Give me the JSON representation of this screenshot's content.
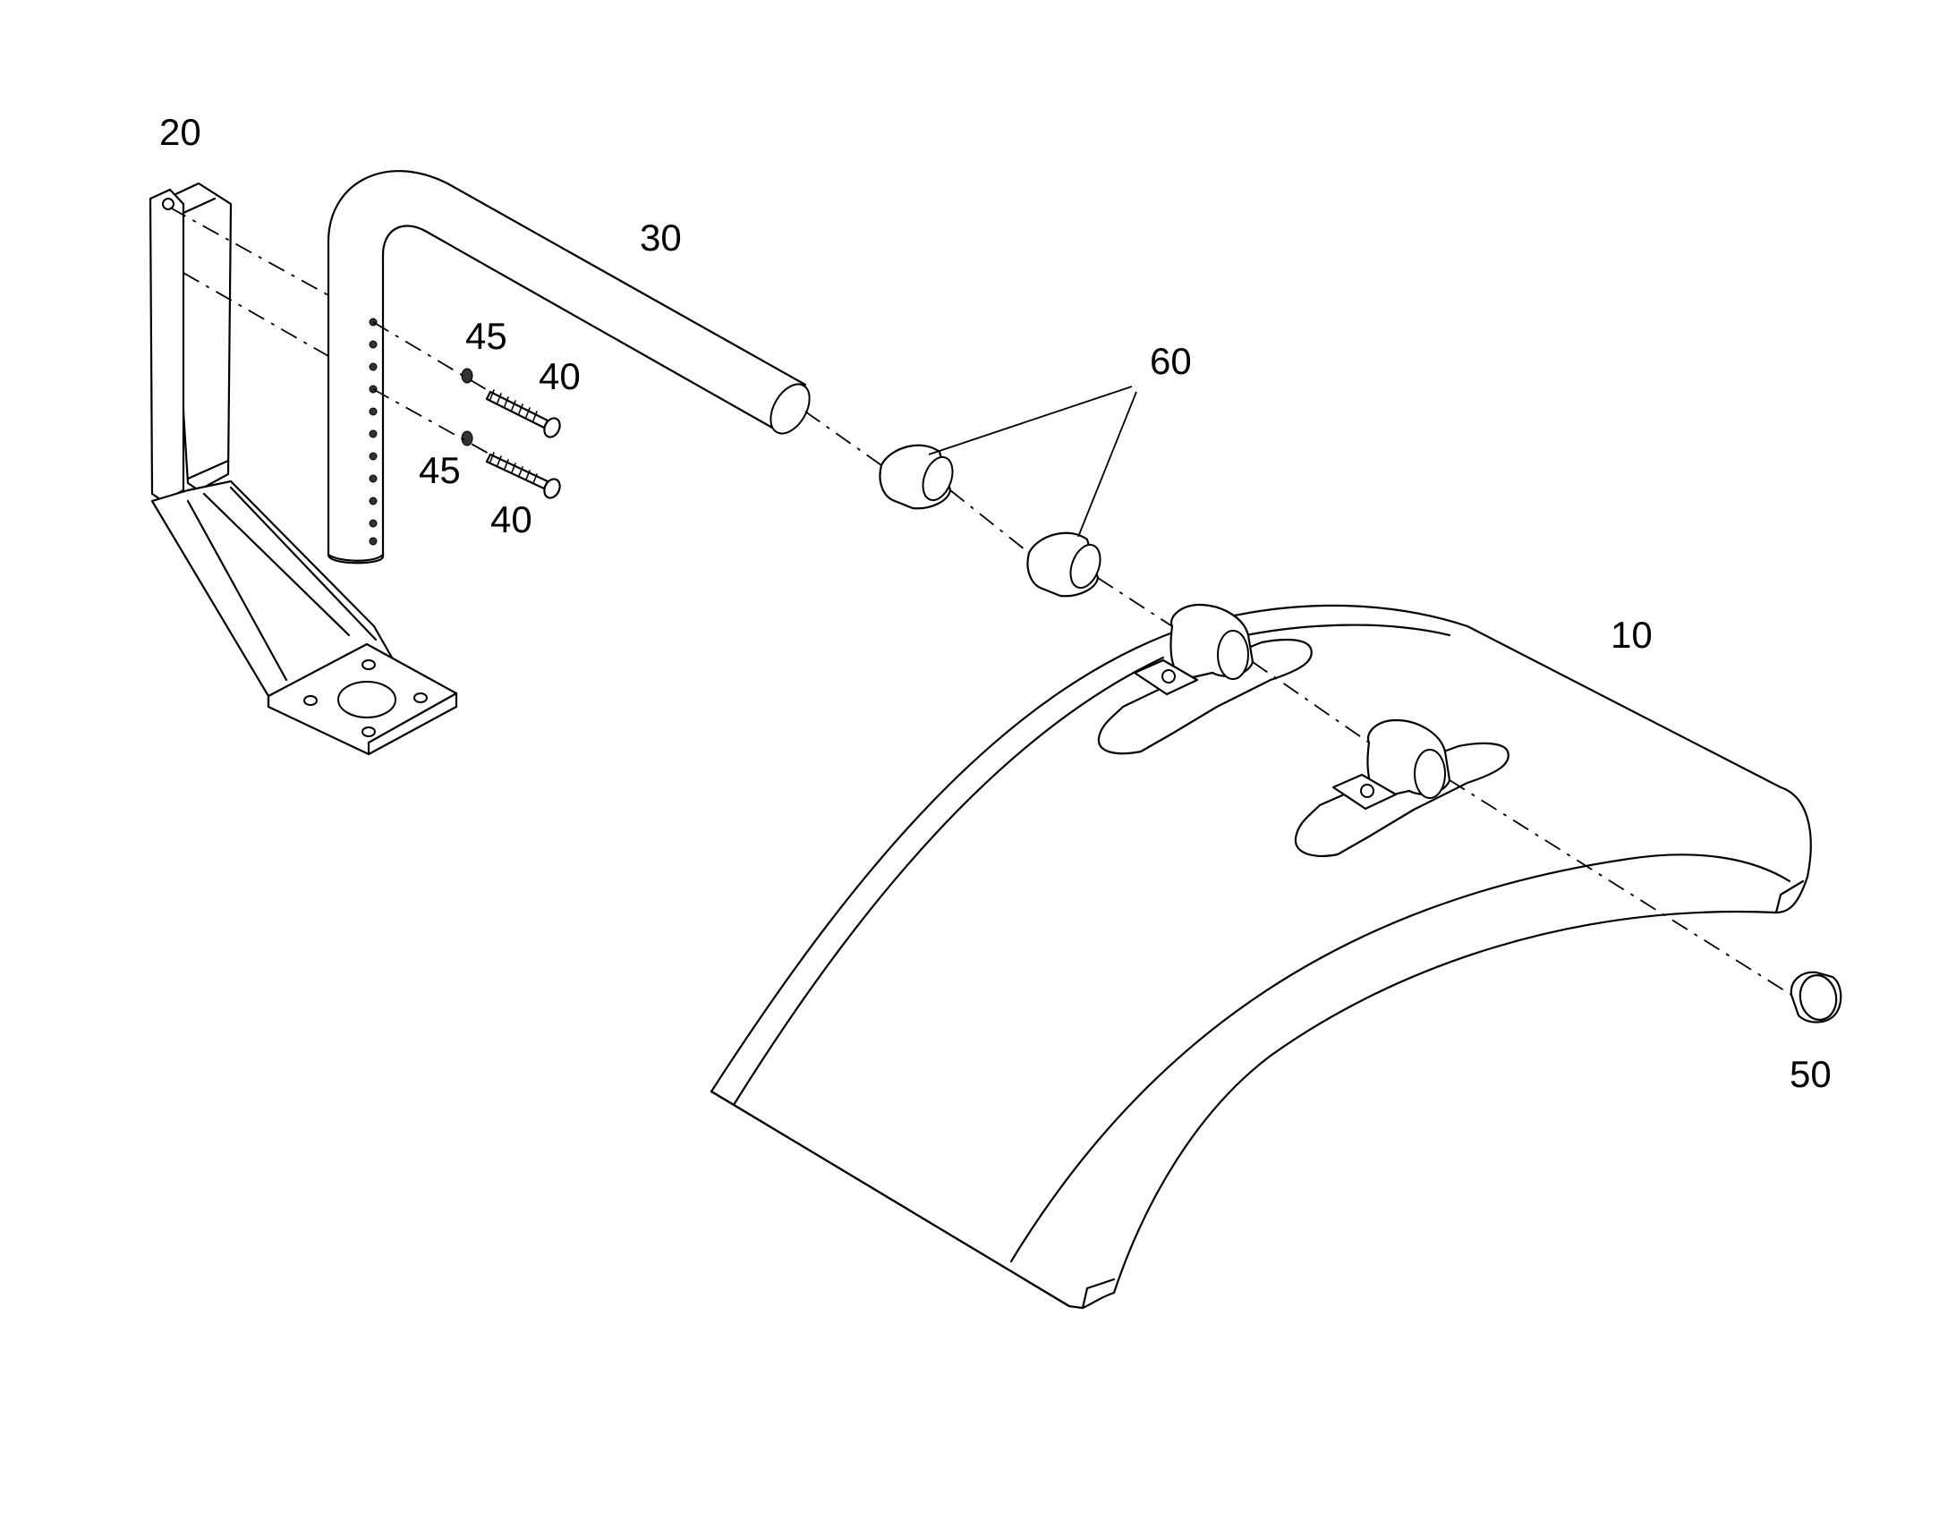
{
  "labels": {
    "part_10": "10",
    "part_20": "20",
    "part_30": "30",
    "part_40_upper": "40",
    "part_40_lower": "40",
    "part_45_upper": "45",
    "part_45_lower": "45",
    "part_50": "50",
    "part_60": "60"
  },
  "colors": {
    "line": "#000000",
    "background": "#ffffff"
  }
}
